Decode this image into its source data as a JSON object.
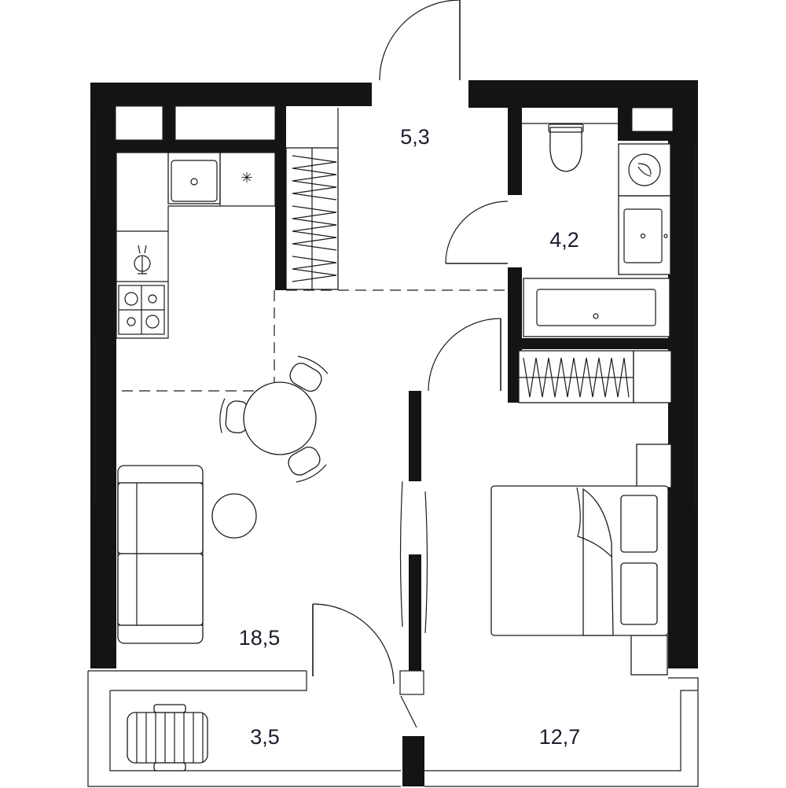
{
  "floor_plan": {
    "rooms": [
      {
        "id": "hallway",
        "area_label": "5,3"
      },
      {
        "id": "bathroom",
        "area_label": "4,2"
      },
      {
        "id": "living-kitchen",
        "area_label": "18,5"
      },
      {
        "id": "balcony",
        "area_label": "3,5"
      },
      {
        "id": "bedroom",
        "area_label": "12,7"
      }
    ],
    "colors": {
      "wall": "#141414",
      "line": "#1a1a1a",
      "label": "#1c1c2e",
      "background": "#ffffff"
    }
  }
}
